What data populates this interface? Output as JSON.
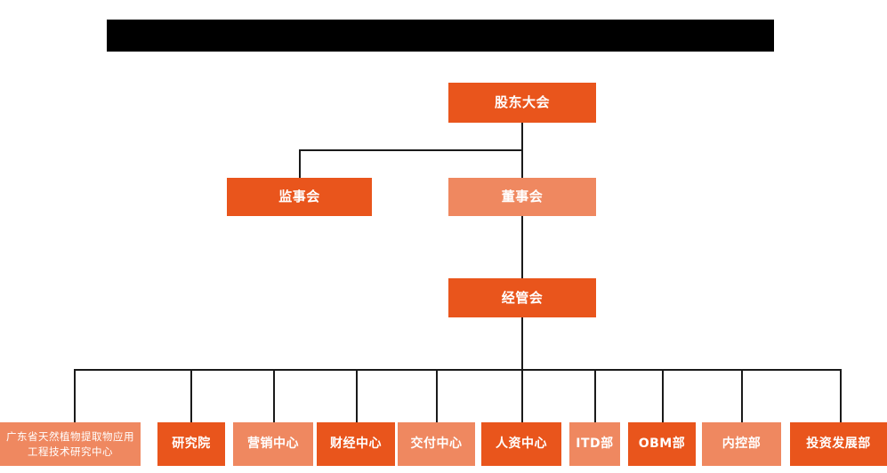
{
  "header": {
    "redacted_bar": {
      "label": "redacted-title-bar",
      "color": "#000000"
    }
  },
  "colors": {
    "dark_orange": "#e9551c",
    "light_orange": "#ef8860",
    "line": "#1a1a1a",
    "background": "#ffffff",
    "text": "#ffffff"
  },
  "chart_data": {
    "type": "diagram",
    "diagram_type": "organization-chart",
    "title": "",
    "levels": [
      {
        "level": 1,
        "nodes": [
          {
            "id": "shareholders",
            "label": "股东大会",
            "shade": "dark"
          }
        ]
      },
      {
        "level": 2,
        "nodes": [
          {
            "id": "supervisors",
            "label": "监事会",
            "shade": "dark"
          },
          {
            "id": "directors",
            "label": "董事会",
            "shade": "light"
          }
        ]
      },
      {
        "level": 3,
        "nodes": [
          {
            "id": "management",
            "label": "经管会",
            "shade": "dark"
          }
        ]
      },
      {
        "level": 4,
        "nodes": [
          {
            "id": "dept-research-center",
            "label": "广东省天然植物提取物应用工程技术研究中心",
            "shade": "light"
          },
          {
            "id": "dept-institute",
            "label": "研究院",
            "shade": "dark"
          },
          {
            "id": "dept-marketing",
            "label": "营销中心",
            "shade": "light"
          },
          {
            "id": "dept-finance",
            "label": "财经中心",
            "shade": "dark"
          },
          {
            "id": "dept-delivery",
            "label": "交付中心",
            "shade": "light"
          },
          {
            "id": "dept-hr",
            "label": "人资中心",
            "shade": "dark"
          },
          {
            "id": "dept-itd",
            "label": "ITD部",
            "shade": "light"
          },
          {
            "id": "dept-obm",
            "label": "OBM部",
            "shade": "dark"
          },
          {
            "id": "dept-internal-control",
            "label": "内控部",
            "shade": "light"
          },
          {
            "id": "dept-investment",
            "label": "投资发展部",
            "shade": "dark"
          }
        ]
      }
    ],
    "edges": [
      {
        "from": "shareholders",
        "to": "supervisors"
      },
      {
        "from": "shareholders",
        "to": "directors"
      },
      {
        "from": "directors",
        "to": "management"
      },
      {
        "from": "management",
        "to": "dept-research-center"
      },
      {
        "from": "management",
        "to": "dept-institute"
      },
      {
        "from": "management",
        "to": "dept-marketing"
      },
      {
        "from": "management",
        "to": "dept-finance"
      },
      {
        "from": "management",
        "to": "dept-delivery"
      },
      {
        "from": "management",
        "to": "dept-hr"
      },
      {
        "from": "management",
        "to": "dept-itd"
      },
      {
        "from": "management",
        "to": "dept-obm"
      },
      {
        "from": "management",
        "to": "dept-internal-control"
      },
      {
        "from": "management",
        "to": "dept-investment"
      }
    ]
  },
  "nodes": {
    "shareholders": {
      "label": "股东大会"
    },
    "supervisors": {
      "label": "监事会"
    },
    "directors": {
      "label": "董事会"
    },
    "management": {
      "label": "经管会"
    },
    "dept_research_center": {
      "label": "广东省天然植物提取物应用工程技术研究中心"
    },
    "dept_institute": {
      "label": "研究院"
    },
    "dept_marketing": {
      "label": "营销中心"
    },
    "dept_finance": {
      "label": "财经中心"
    },
    "dept_delivery": {
      "label": "交付中心"
    },
    "dept_hr": {
      "label": "人资中心"
    },
    "dept_itd": {
      "label": "ITD部"
    },
    "dept_obm": {
      "label": "OBM部"
    },
    "dept_internal_control": {
      "label": "内控部"
    },
    "dept_investment": {
      "label": "投资发展部"
    }
  }
}
